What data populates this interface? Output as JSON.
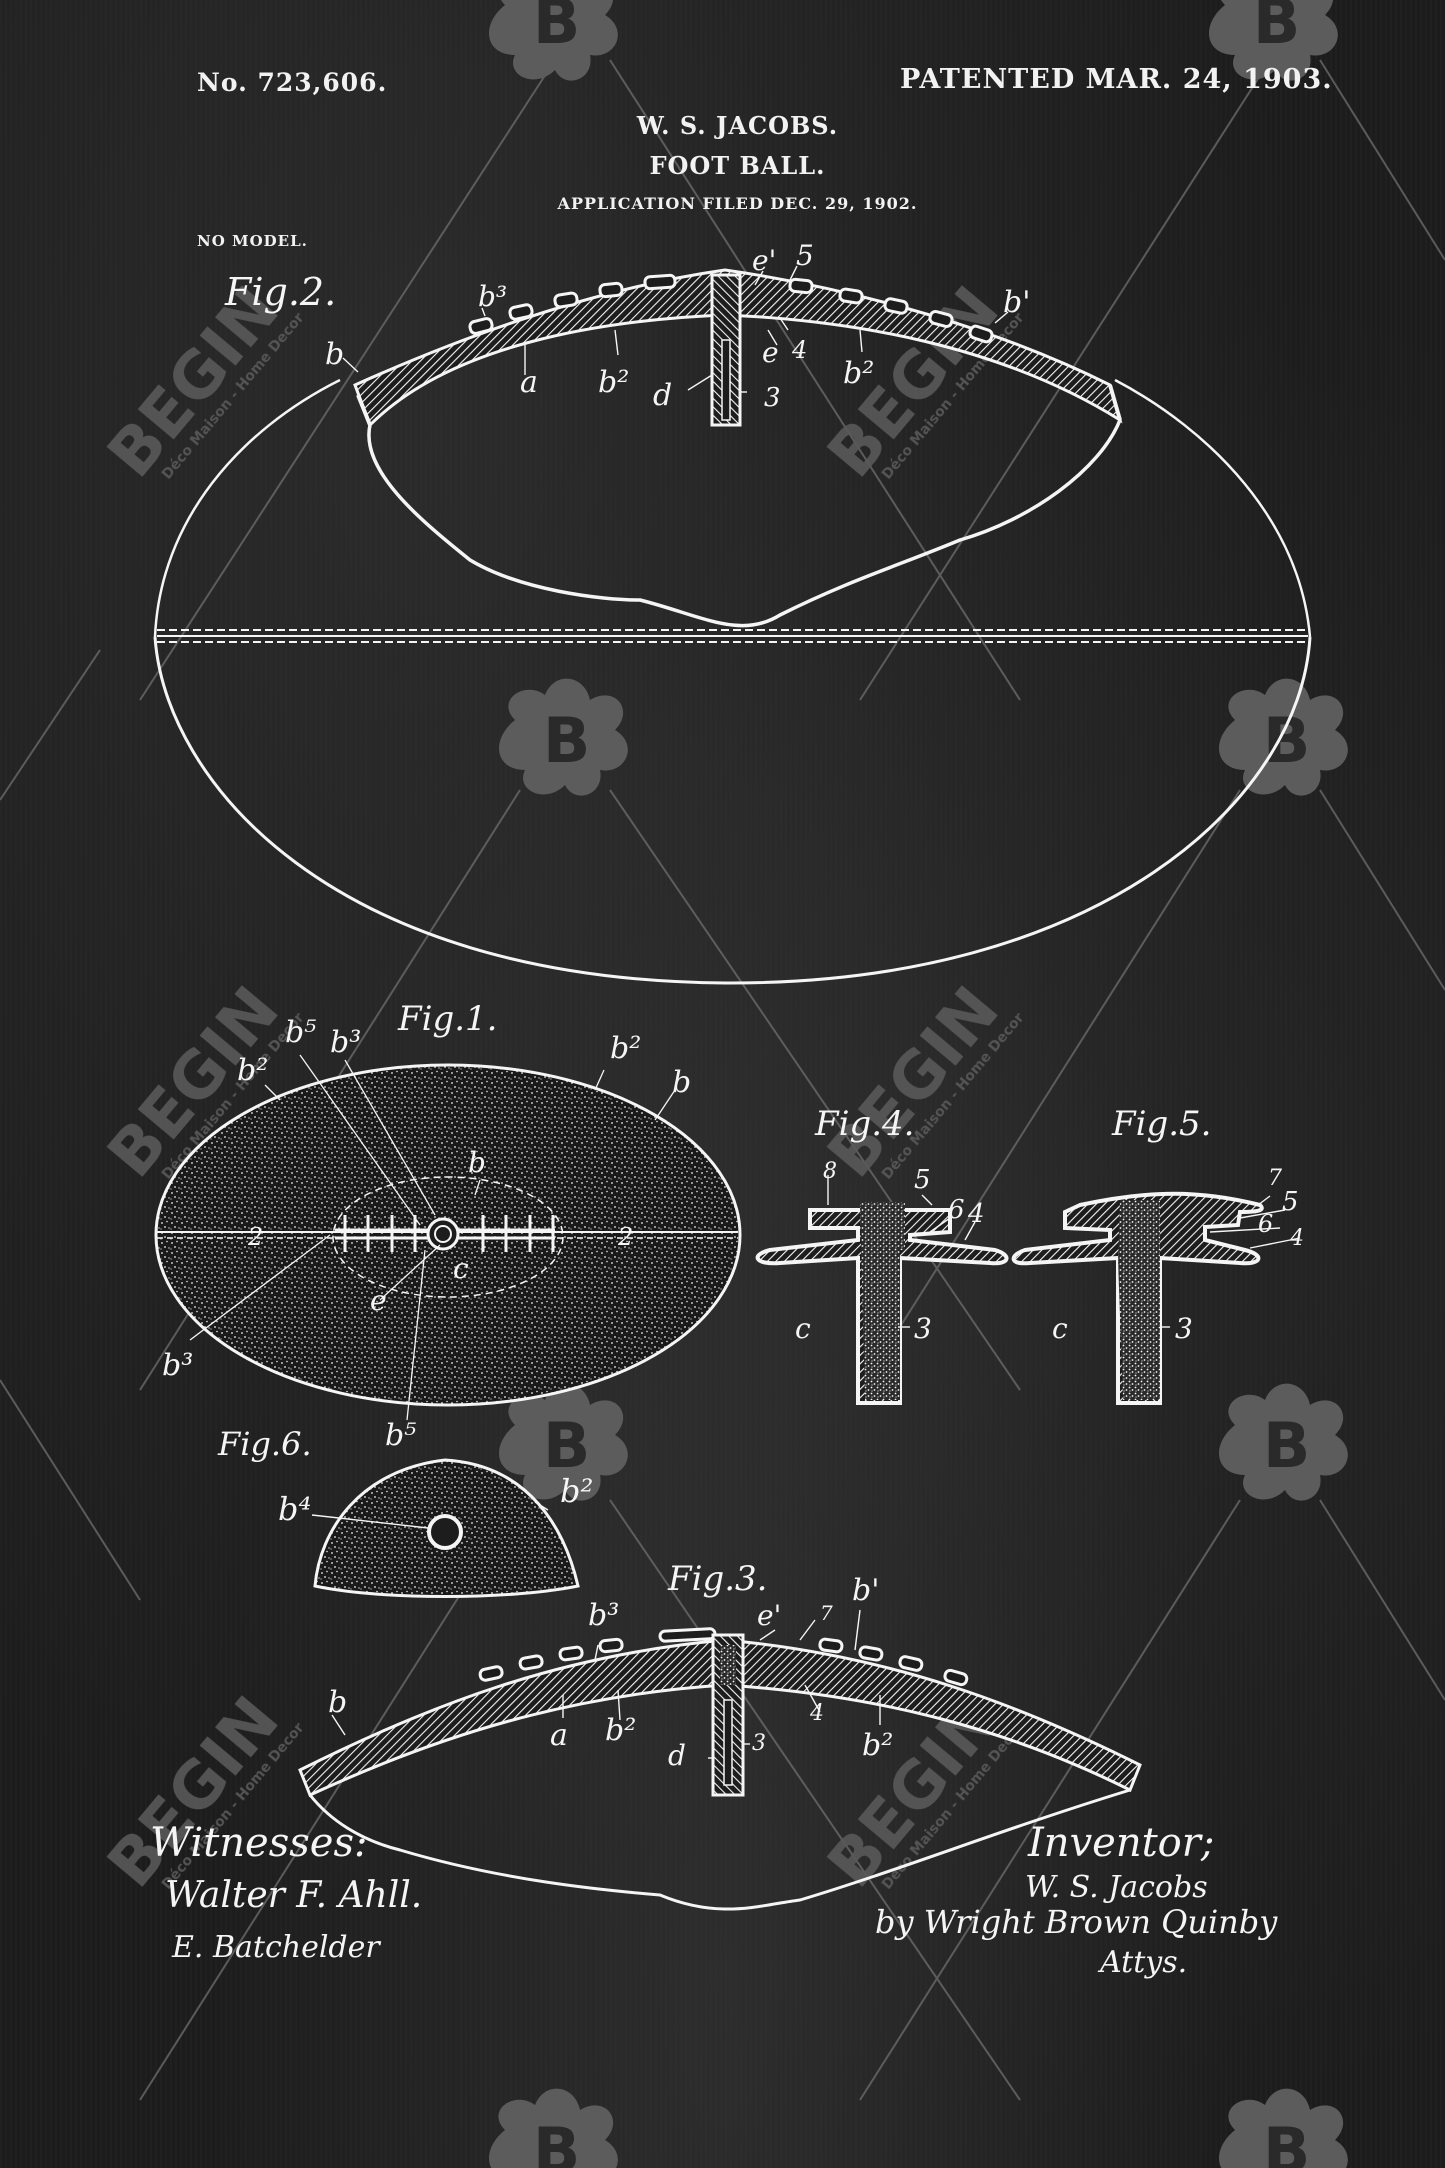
{
  "header": {
    "patent_number": "No. 723,606.",
    "patented_date": "PATENTED MAR. 24, 1903.",
    "inventor_name": "W. S. JACOBS.",
    "title": "FOOT BALL.",
    "application_filed": "APPLICATION FILED DEC. 29, 1902.",
    "model_note": "NO MODEL."
  },
  "figures": {
    "fig2": {
      "label": "Fig.2.",
      "callouts": [
        "b",
        "b³",
        "a",
        "b²",
        "d",
        "3",
        "e",
        "4",
        "e'",
        "5",
        "b²",
        "b'"
      ]
    },
    "fig1": {
      "label": "Fig.1.",
      "callouts": [
        "b²",
        "b⁵",
        "b³",
        "b²",
        "b",
        "b",
        "2",
        "2",
        "c",
        "e",
        "b³",
        "b⁵"
      ]
    },
    "fig4": {
      "label": "Fig.4.",
      "callouts": [
        "8",
        "5",
        "6",
        "4",
        "c",
        "3"
      ]
    },
    "fig5": {
      "label": "Fig.5.",
      "callouts": [
        "7",
        "5",
        "6",
        "4",
        "c",
        "3"
      ]
    },
    "fig6": {
      "label": "Fig.6.",
      "callouts": [
        "b⁴",
        "b²"
      ]
    },
    "fig3": {
      "label": "Fig.3.",
      "callouts": [
        "b³",
        "e'",
        "7",
        "b'",
        "b",
        "a",
        "b²",
        "d",
        "3",
        "4",
        "b²"
      ]
    }
  },
  "signatures": {
    "witnesses_label": "Witnesses:",
    "witness_1": "Walter F. Ahll.",
    "witness_2": "E. Batchelder",
    "inventor_label": "Inventor;",
    "inventor_signature": "W. S. Jacobs",
    "attorneys": "by Wright Brown Quinby",
    "attorneys_suffix": "Attys."
  },
  "watermark": {
    "brand": "BEGIN",
    "tagline": "Déco Maison - Home Decor",
    "logo_letter": "B"
  },
  "colors": {
    "background": "#1d1d1d",
    "ink": "#f5f5f5",
    "watermark": "#5a5a5a"
  }
}
